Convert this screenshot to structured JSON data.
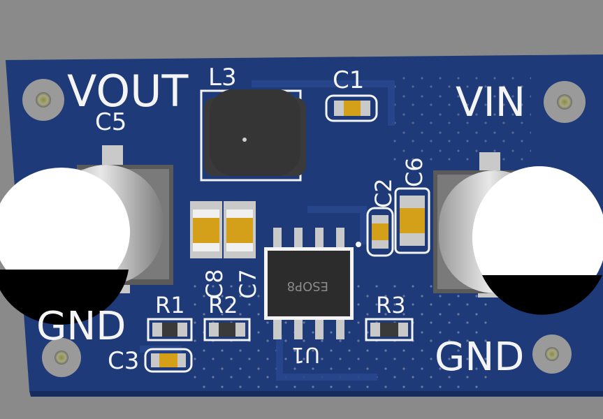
{
  "board": {
    "labels": {
      "vout": "VOUT",
      "vin": "VIN",
      "gnd_left": "GND",
      "gnd_right": "GND",
      "l3": "L3",
      "c1": "C1",
      "c2": "C2",
      "c3": "C3",
      "c5": "C5",
      "c6": "C6",
      "c7": "C7",
      "c8": "C8",
      "r1": "R1",
      "r2": "R2",
      "r3": "R3",
      "u1": "U1",
      "chip_marking": "ESOP8"
    },
    "colors": {
      "background": "#8a8a8a",
      "pcb": "#1e3a78",
      "silkscreen": "#f4f4f4",
      "pad": "#c9c9c9",
      "ceramic_cap": "#d4a01a",
      "inductor": "#3a3a3a",
      "ic_body": "#2c2c2c",
      "electrolytic_top": "#ffffff",
      "electrolytic_stripe": "#000000"
    }
  }
}
